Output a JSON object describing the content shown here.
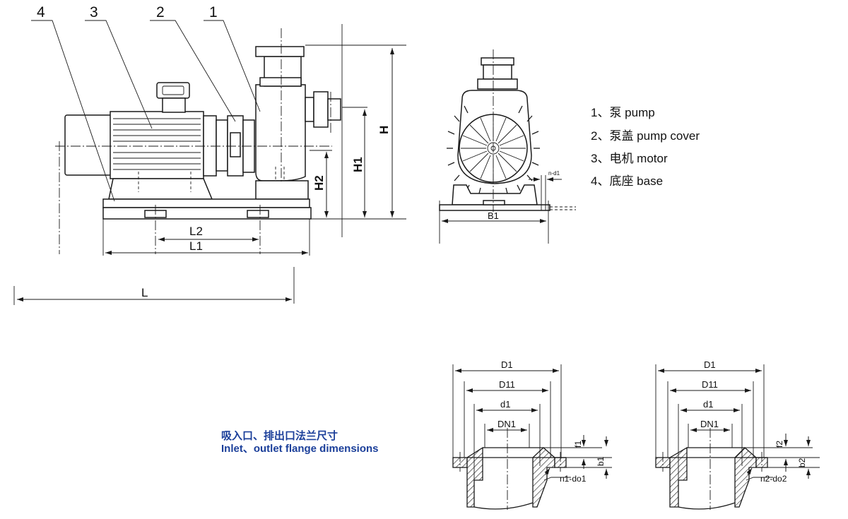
{
  "part_numbers": {
    "p4": "4",
    "p3": "3",
    "p2": "2",
    "p1": "1"
  },
  "dimensions": {
    "L": "L",
    "L1": "L1",
    "L2": "L2",
    "H": "H",
    "H1": "H1",
    "H2": "H2",
    "B1": "B1",
    "n_d1": "n-d1"
  },
  "legend": [
    "1、泵 pump",
    "2、泵盖 pump cover",
    "3、电机 motor",
    "4、底座 base"
  ],
  "flange_title_cn": "吸入口、排出口法兰尺寸",
  "flange_title_en": "Inlet、outlet flange dimensions",
  "inlet_flange": {
    "D1": "D1",
    "D11": "D11",
    "d1": "d1",
    "DN": "DN1",
    "f": "f1",
    "b": "b1",
    "n_do": "n1-do1"
  },
  "outlet_flange": {
    "D1": "D1",
    "D11": "D11",
    "d1": "d1",
    "DN": "DN1",
    "f": "f2",
    "b": "b2",
    "n_do": "n2-do2"
  },
  "colors": {
    "line": "#1a1a1a",
    "title_blue": "#1b3f9a"
  }
}
